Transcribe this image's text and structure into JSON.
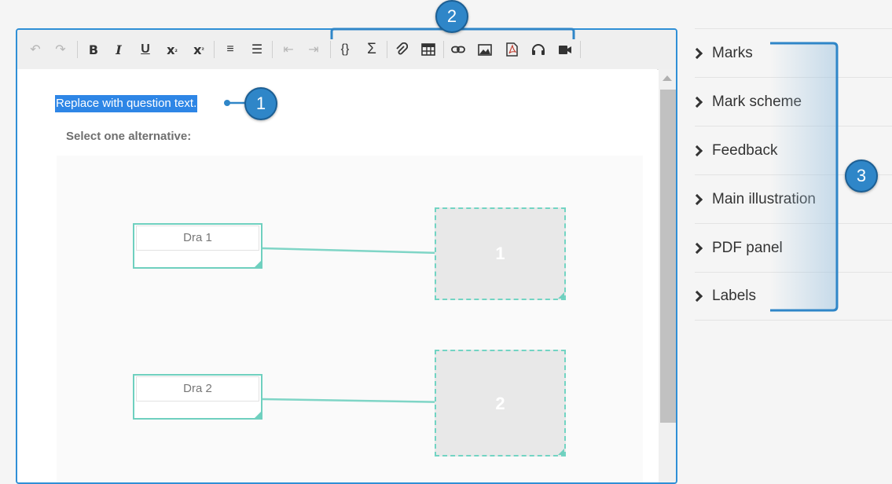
{
  "toolbar": {
    "buttons": [
      {
        "icon": "undo-icon",
        "glyph": "↶"
      },
      {
        "icon": "redo-icon",
        "glyph": "↷"
      },
      {
        "icon": "bold-icon",
        "glyph": "B"
      },
      {
        "icon": "italic-icon",
        "glyph": "I"
      },
      {
        "icon": "underline-icon",
        "glyph": "U"
      },
      {
        "icon": "subscript-icon",
        "glyph": "x"
      },
      {
        "icon": "superscript-icon",
        "glyph": "x"
      },
      {
        "icon": "numbered-list-icon",
        "glyph": "≡"
      },
      {
        "icon": "bulleted-list-icon",
        "glyph": "☰"
      },
      {
        "icon": "outdent-icon",
        "glyph": "⇤"
      },
      {
        "icon": "indent-icon",
        "glyph": "⇥"
      },
      {
        "icon": "code-braces-icon",
        "glyph": "{}"
      },
      {
        "icon": "sigma-icon",
        "glyph": "Σ"
      },
      {
        "icon": "attachment-icon",
        "glyph": "📎"
      },
      {
        "icon": "table-icon",
        "glyph": "▦"
      },
      {
        "icon": "link-icon",
        "glyph": "⛓"
      },
      {
        "icon": "image-icon",
        "glyph": "▨"
      },
      {
        "icon": "pdf-icon",
        "glyph": "⎘"
      },
      {
        "icon": "audio-icon",
        "glyph": "♫"
      },
      {
        "icon": "video-icon",
        "glyph": "■"
      }
    ]
  },
  "editor": {
    "question_text": "Replace with question text.",
    "instruction": "Select one alternative:",
    "drag_items": [
      "Dra 1",
      "Dra 2"
    ],
    "drop_zones": [
      "1",
      "2"
    ]
  },
  "side_panel": {
    "items": [
      "Marks",
      "Mark scheme",
      "Feedback",
      "Main illustration",
      "PDF panel",
      "Labels"
    ]
  },
  "callouts": [
    "1",
    "2",
    "3"
  ],
  "colors": {
    "accent": "#2f8fd6",
    "selection": "#2e86e6",
    "connector": "#7fd5c6",
    "callout": "#2f86c8"
  }
}
